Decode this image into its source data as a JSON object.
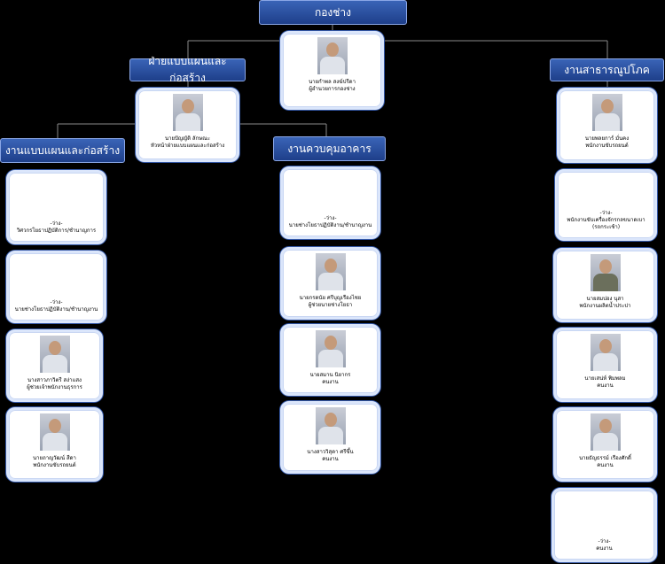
{
  "title": "กองช่าง",
  "director": {
    "name": "นายกำพล  สงฆ์ปรีดา",
    "position": "ผู้อำนวยการกองช่าง"
  },
  "divisions": {
    "left": {
      "title": "ฝ่ายแบบแผนและก่อสร้าง",
      "head": {
        "name": "นายปัญญัติ  ลักษณะ",
        "position": "หัวหน้าฝ่ายแบบแผนและก่อสร้าง"
      }
    },
    "right": {
      "title": "งานสาธารณูปโภค"
    }
  },
  "sections": {
    "design": {
      "title": "งานแบบแผนและก่อสร้าง"
    },
    "building": {
      "title": "งานควบคุมอาคาร"
    }
  },
  "col_design": [
    {
      "name": "-ว่าง-",
      "position": "วิศวกรโยธาปฏิบัติการ/ชำนาญการ"
    },
    {
      "name": "-ว่าง-",
      "position": "นายช่างโยธาปฏิบัติงาน/ชำนาญงาน"
    },
    {
      "name": "นางสาวภาวิตรี  สง่าแสง",
      "position": "ผู้ช่วยเจ้าพนักงานธุรการ"
    },
    {
      "name": "นายถาญวัฒน์  สีดา",
      "position": "พนักงานขับรถยนต์"
    }
  ],
  "col_building": [
    {
      "name": "-ว่าง-",
      "position": "นายช่างโยธาปฏิบัติงาน/ชำนาญงาน"
    },
    {
      "name": "นายกรดนัย  ศรีบุญเรืองไชย",
      "position": "ผู้ช่วยนายช่างโยธา"
    },
    {
      "name": "นายสมาน  นิยากร",
      "position": "คนงาน"
    },
    {
      "name": "นางสาววิสุดา  ศรีขึ้น",
      "position": "คนงาน"
    }
  ],
  "col_utility": [
    {
      "name": "นายพลยการ์  มั่นคง",
      "position": "พนักงานขับรถยนต์"
    },
    {
      "name": "-ว่าง-",
      "position": "พนักงานขับเครื่องจักรกลขนาดเบา",
      "position2": "(รถกระเช้า)"
    },
    {
      "name": "นายสมปอง  นุสา",
      "position": "พนักงานผลิตน้ำประปา"
    },
    {
      "name": "นายเสน่ห์  พิมพลม",
      "position": "คนงาน"
    },
    {
      "name": "นายธัญธรรม์  เรืองศักดิ์",
      "position": "คนงาน"
    },
    {
      "name": "-ว่าง-",
      "position": "คนงาน"
    }
  ]
}
